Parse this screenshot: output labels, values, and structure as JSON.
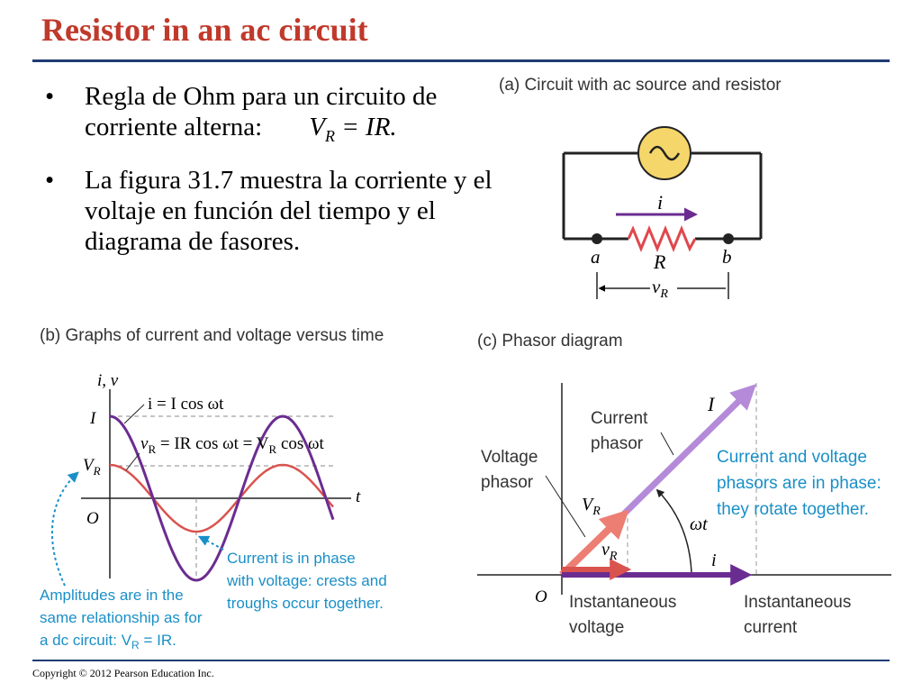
{
  "title": "Resistor in an ac circuit",
  "bullets": [
    {
      "text": "Regla de Ohm para un circuito de corriente alterna:",
      "math_sym": "V",
      "math_sub": "R",
      "math_rhs": " = IR."
    },
    {
      "text": "La figura 31.7 muestra la corriente y el voltaje en función del tiempo y el diagrama de fasores."
    }
  ],
  "fig_a": {
    "label": "(a) Circuit with ac source and resistor",
    "current_label": "i",
    "node_a": "a",
    "node_b": "b",
    "resistor_label": "R",
    "voltage_label": "v",
    "voltage_sub": "R"
  },
  "fig_b": {
    "label": "(b) Graphs of current and voltage versus time",
    "y_axis_label": "i, v",
    "x_axis_label": "t",
    "origin_label": "O",
    "tick_I": "I",
    "tick_VR": "V",
    "tick_VR_sub": "R",
    "eq_current": "i = I cos ωt",
    "eq_voltage_parts": [
      "v",
      "R",
      " = IR cos ωt = V",
      "R",
      " cos ωt"
    ],
    "annot_phase_lines": [
      "Current is in phase",
      "with voltage: crests and",
      "troughs occur together."
    ],
    "annot_amplitude_lines": [
      "Amplitudes are in the",
      "same relationship as for",
      "a dc circuit: V",
      "R",
      " = IR."
    ]
  },
  "fig_c": {
    "label": "(c) Phasor diagram",
    "origin_label": "O",
    "current_phasor_lines": [
      "Current",
      "phasor"
    ],
    "voltage_phasor_lines": [
      "Voltage",
      "phasor"
    ],
    "I_label": "I",
    "VR_label": "V",
    "VR_sub": "R",
    "vR_label": "v",
    "vR_sub": "R",
    "i_label": "i",
    "omega_t_label": "ωt",
    "inst_voltage_lines": [
      "Instantaneous",
      "voltage"
    ],
    "inst_current_lines": [
      "Instantaneous",
      "current"
    ],
    "in_phase_lines": [
      "Current and voltage",
      "phasors are in phase:",
      "they rotate together."
    ]
  },
  "copyright": "Copyright © 2012 Pearson Education Inc.",
  "colors": {
    "title": "#c0392b",
    "rule": "#1f3b73",
    "current_curve": "#6b2c91",
    "voltage_curve": "#d9534f",
    "current_phasor": "#b48ad9",
    "voltage_phasor": "#ec7e74",
    "annotation_blue": "#1a8fc7",
    "source_fill": "#f5d66a",
    "resistor": "#e0474c"
  }
}
